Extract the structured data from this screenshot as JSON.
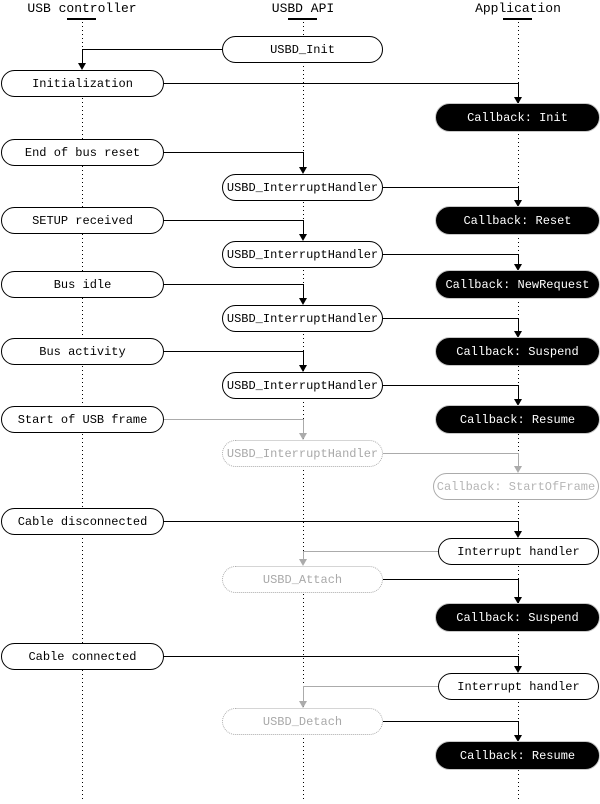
{
  "diagram": {
    "columns": [
      {
        "id": "usb-controller",
        "label": "USB controller"
      },
      {
        "id": "usbd-api",
        "label": "USBD API"
      },
      {
        "id": "application",
        "label": "Application"
      }
    ],
    "nodes": [
      {
        "label": "USBD_Init",
        "column": "usbd-api",
        "kind": "api-call"
      },
      {
        "label": "Initialization",
        "column": "usb-controller",
        "kind": "event"
      },
      {
        "label": "Callback: Init",
        "column": "application",
        "kind": "callback"
      },
      {
        "label": "End of bus reset",
        "column": "usb-controller",
        "kind": "event"
      },
      {
        "label": "USBD_InterruptHandler",
        "column": "usbd-api",
        "kind": "api-call"
      },
      {
        "label": "SETUP received",
        "column": "usb-controller",
        "kind": "event"
      },
      {
        "label": "Callback: Reset",
        "column": "application",
        "kind": "callback"
      },
      {
        "label": "USBD_InterruptHandler",
        "column": "usbd-api",
        "kind": "api-call"
      },
      {
        "label": "Bus idle",
        "column": "usb-controller",
        "kind": "event"
      },
      {
        "label": "Callback: NewRequest",
        "column": "application",
        "kind": "callback"
      },
      {
        "label": "USBD_InterruptHandler",
        "column": "usbd-api",
        "kind": "api-call"
      },
      {
        "label": "Bus activity",
        "column": "usb-controller",
        "kind": "event"
      },
      {
        "label": "Callback: Suspend",
        "column": "application",
        "kind": "callback"
      },
      {
        "label": "USBD_InterruptHandler",
        "column": "usbd-api",
        "kind": "api-call"
      },
      {
        "label": "Start of USB frame",
        "column": "usb-controller",
        "kind": "event"
      },
      {
        "label": "Callback: Resume",
        "column": "application",
        "kind": "callback"
      },
      {
        "label": "USBD_InterruptHandler",
        "column": "usbd-api",
        "kind": "api-call-inactive"
      },
      {
        "label": "Callback: StartOfFrame",
        "column": "application",
        "kind": "callback-inactive"
      },
      {
        "label": "Cable disconnected",
        "column": "usb-controller",
        "kind": "event"
      },
      {
        "label": "Interrupt handler",
        "column": "application",
        "kind": "handler"
      },
      {
        "label": "USBD_Attach",
        "column": "usbd-api",
        "kind": "api-call-inactive"
      },
      {
        "label": "Callback: Suspend",
        "column": "application",
        "kind": "callback"
      },
      {
        "label": "Cable connected",
        "column": "usb-controller",
        "kind": "event"
      },
      {
        "label": "Interrupt handler",
        "column": "application",
        "kind": "handler"
      },
      {
        "label": "USBD_Detach",
        "column": "usbd-api",
        "kind": "api-call-inactive"
      },
      {
        "label": "Callback: Resume",
        "column": "application",
        "kind": "callback"
      }
    ],
    "colors": {
      "line": "#000000",
      "inactive": "#ababab",
      "callback_bg": "#000000",
      "callback_text": "#ffffff",
      "background": "#ffffff"
    }
  }
}
